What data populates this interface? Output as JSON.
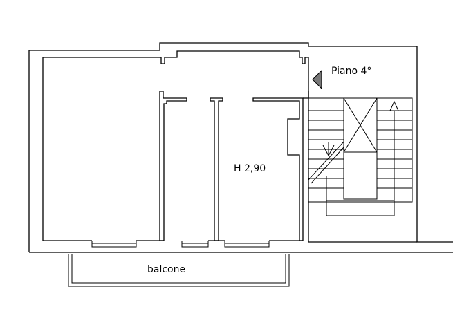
{
  "labels": {
    "floor": "Piano  4°",
    "height": "H  2,90",
    "balcony": "balcone"
  },
  "colors": {
    "line": "#000000",
    "background": "#ffffff",
    "marker": "#777777"
  }
}
